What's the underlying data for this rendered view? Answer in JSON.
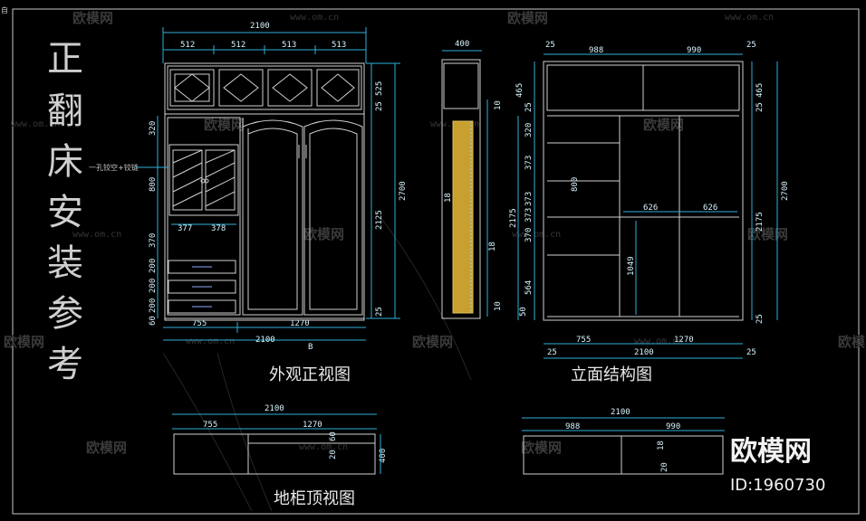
{
  "title_chars": [
    "正",
    "翻",
    "床",
    "安",
    "装",
    "参",
    "考"
  ],
  "captions": {
    "front_view": "外观正视图",
    "structure_view": "立面结构图",
    "base_top_view": "地柜顶视图"
  },
  "brand": {
    "name": "欧模网",
    "id": "ID:1960730"
  },
  "watermark": {
    "text": "欧模网",
    "url": "www.om.cn"
  },
  "corner_fragment": "自",
  "front_dims": {
    "overall_width": "2100",
    "top_segments": [
      "512",
      "512",
      "513",
      "513"
    ],
    "bottom_segments": [
      "755",
      "1270"
    ],
    "bottom_overall": "2100",
    "inner_widths": [
      "377",
      "378"
    ],
    "left_heights": [
      "320",
      "800",
      "370",
      "200",
      "200",
      "200",
      "60"
    ],
    "right_heights": [
      "525",
      "25",
      "2700",
      "2125",
      "25"
    ],
    "note": "一孔铰空+铰链",
    "tag": "B"
  },
  "side_dims": {
    "depth": "400",
    "heights": [
      "10",
      "18",
      "10"
    ],
    "left_marks": [
      "18"
    ]
  },
  "struct_dims": {
    "top": [
      "25",
      "988",
      "990",
      "25"
    ],
    "left": [
      "465",
      "25",
      "320",
      "373",
      "373",
      "373",
      "370",
      "564",
      "50"
    ],
    "right": [
      "465",
      "25",
      "2700",
      "2175",
      "25"
    ],
    "inner": [
      "800",
      "626",
      "626",
      "1049"
    ],
    "left_total": "2175",
    "bottom_segments": [
      "25",
      "755",
      "1270"
    ],
    "bottom_overall": "2100",
    "bottom_side": "25"
  },
  "base_top_dims": {
    "overall": "2100",
    "segments": [
      "755",
      "1270"
    ],
    "marks": [
      "60",
      "20",
      "400"
    ]
  },
  "struct_top_dims": {
    "overall": "2100",
    "segments": [
      "988",
      "990"
    ],
    "marks": [
      "18",
      "20"
    ]
  }
}
